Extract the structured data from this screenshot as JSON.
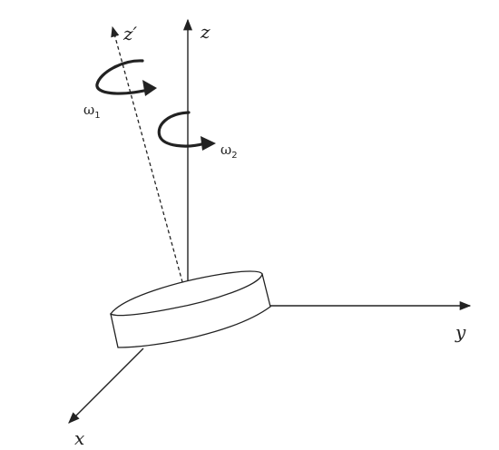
{
  "axes": {
    "z": "z",
    "z_prime": "z′",
    "y": "y",
    "x": "x"
  },
  "rotations": [
    {
      "symbol": "ω",
      "subscript": "1"
    },
    {
      "symbol": "ω",
      "subscript": "2"
    }
  ],
  "colors": {
    "stroke": "#222222",
    "background": "#ffffff",
    "disk_fill": "#ffffff"
  }
}
